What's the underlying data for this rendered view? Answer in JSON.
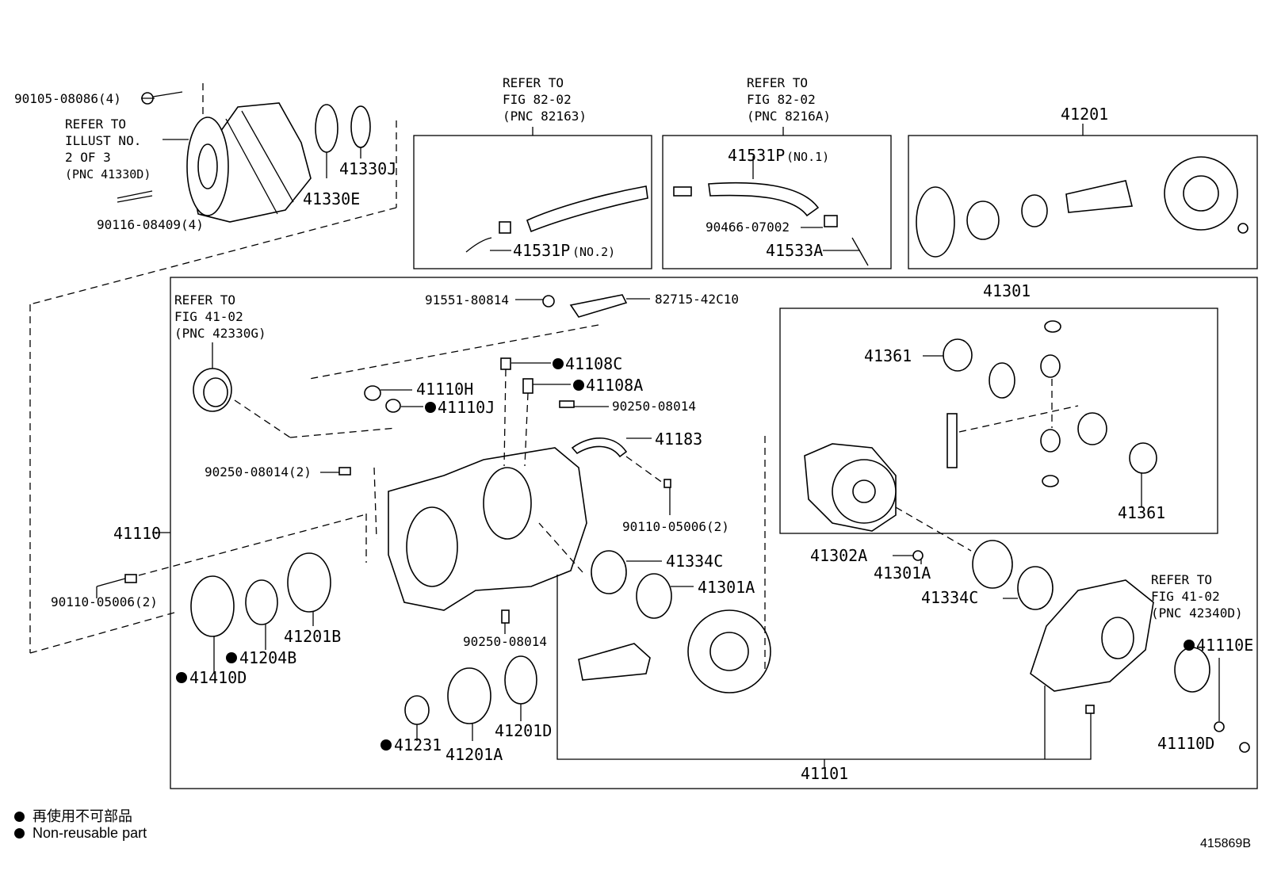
{
  "labels": {
    "p90105": "90105-08086(4)",
    "ref_illust_1": "REFER TO",
    "ref_illust_2": "ILLUST NO.",
    "ref_illust_3": "2 OF 3",
    "ref_illust_4": "(PNC 41330D)",
    "p90116": "90116-08409(4)",
    "p41330E": "41330E",
    "p41330J": "41330J",
    "ref8202a_1": "REFER TO",
    "ref8202a_2": "FIG 82-02",
    "ref8202a_3": "(PNC 82163)",
    "p41531P_no2": "41531P",
    "p41531P_no2_suffix": "(NO.2)",
    "ref8202b_1": "REFER TO",
    "ref8202b_2": "FIG 82-02",
    "ref8202b_3": "(PNC 8216A)",
    "p41531P_no1": "41531P",
    "p41531P_no1_suffix": "(NO.1)",
    "p90466": "90466-07002",
    "p41533A": "41533A",
    "p41201": "41201",
    "ref4102a_1": "REFER TO",
    "ref4102a_2": "FIG 41-02",
    "ref4102a_3": "(PNC 42330G)",
    "p91551": "91551-80814",
    "p82715": "82715-42C10",
    "p41301": "41301",
    "p41361a": "41361",
    "p41361b": "41361",
    "p41108C": "41108C",
    "p41108A": "41108A",
    "p41110H": "41110H",
    "p41110J": "41110J",
    "p90250_top": "90250-08014",
    "p41183": "41183",
    "p90250_2": "90250-08014(2)",
    "p90110_r": "90110-05006(2)",
    "p41110": "41110",
    "p90110_l": "90110-05006(2)",
    "p41334C_a": "41334C",
    "p41301A_a": "41301A",
    "p41302A": "41302A",
    "p41301A_b": "41301A",
    "p41334C_b": "41334C",
    "ref4102b_1": "REFER TO",
    "ref4102b_2": "FIG 41-02",
    "ref4102b_3": "(PNC 42340D)",
    "p41110E": "41110E",
    "p41201B": "41201B",
    "p41204B": "41204B",
    "p41410D": "41410D",
    "p90250_bot": "90250-08014",
    "p41231": "41231",
    "p41201A": "41201A",
    "p41201D": "41201D",
    "p41110D": "41110D",
    "p41101": "41101"
  },
  "legend": {
    "chinese": "再使用不可部品",
    "english": "Non-reusable part"
  },
  "figure_code": "415869B"
}
